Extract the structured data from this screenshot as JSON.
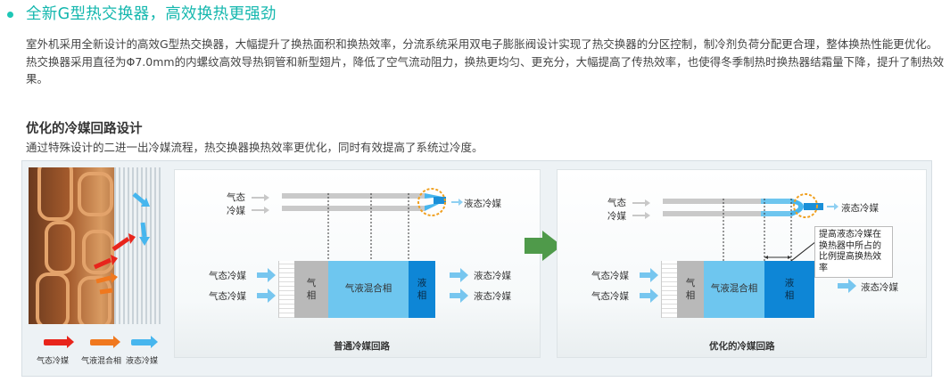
{
  "header": {
    "title": "全新G型热交换器，高效换热更强劲"
  },
  "intro": {
    "paragraph": "室外机采用全新设计的高效G型热交换器，大幅提升了换热面积和换热效率，分流系统采用双电子膨胀阀设计实现了热交换器的分区控制，制冷剂负荷分配更合理，整体换热性能更优化。热交换器采用直径为Φ7.0mm的内螺纹高效导热铜管和新型翅片，降低了空气流动阻力，换热更均匀、更充分，大幅提高了传热效率，也使得冬季制热时换热器结霜量下降，提升了制热效果。"
  },
  "section": {
    "title": "优化的冷媒回路设计",
    "description": "通过特殊设计的二进一出冷媒流程，热交换器换热效率更优化，同时有效提高了系统过冷度。"
  },
  "legend": {
    "items": [
      {
        "label": "气态冷媒",
        "color": "#e8251c"
      },
      {
        "label": "气液混合相",
        "color": "#f0781e"
      },
      {
        "label": "液态冷媒",
        "color": "#47b6ee"
      }
    ]
  },
  "normal_circuit": {
    "caption": "普通冷媒回路",
    "top_in_1": "气态",
    "top_in_2": "冷媒",
    "top_out": "液态冷媒",
    "in_1": "气态冷媒",
    "in_2": "气态冷媒",
    "out_1": "液态冷媒",
    "out_2": "液态冷媒",
    "gas_phase": "气\n相",
    "mix_phase": "气液混合相",
    "liquid_phase": "液\n相"
  },
  "optimized_circuit": {
    "caption": "优化的冷媒回路",
    "top_in_1": "气态",
    "top_in_2": "冷媒",
    "top_out": "液态冷媒",
    "in_1": "气态冷媒",
    "in_2": "气态冷媒",
    "out": "液态冷媒",
    "gas_phase": "气\n相",
    "mix_phase": "气液混合相",
    "liquid_phase": "液\n相",
    "note": "提高液态冷媒在换热器中所占的比例提高换热效率"
  },
  "colors": {
    "accent": "#14b7ae",
    "gas": "#b9b9b9",
    "mix": "#6ec6ef",
    "liquid": "#0e86d6",
    "highlight_circle": "#f0a020",
    "transition_arrow": "#4f9a4a"
  }
}
